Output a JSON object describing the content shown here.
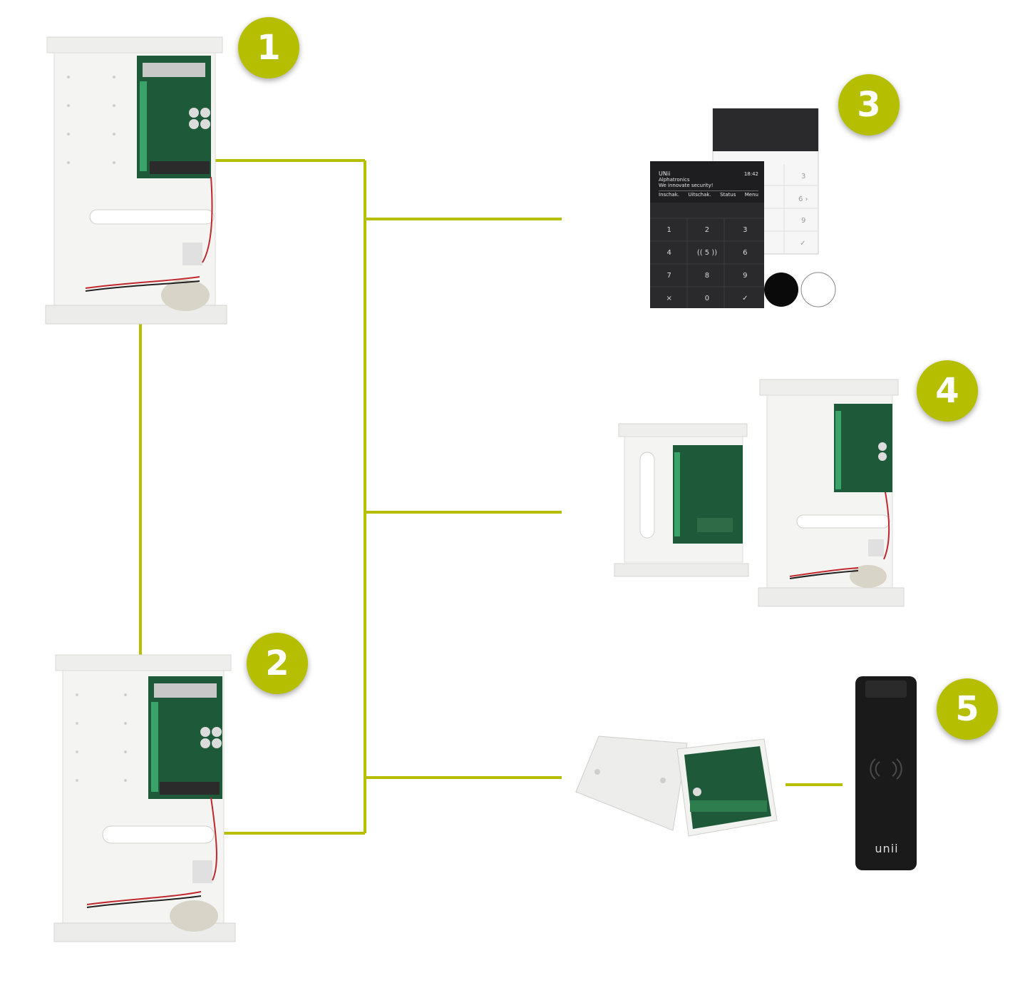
{
  "badges": {
    "b1": "1",
    "b2": "2",
    "b3": "3",
    "b4": "4",
    "b5": "5"
  },
  "keypad": {
    "brand": "UNii",
    "time": "18:42",
    "company": "Alphatronics",
    "tagline": "We innovate security!",
    "softkeys": [
      "Inschak.",
      "Uitschak.",
      "Status",
      "Menu"
    ],
    "keys": [
      "1",
      "2",
      "3",
      "4",
      "(( 5 ))",
      "6",
      "7",
      "8",
      "9",
      "×",
      "0",
      "✓"
    ]
  },
  "reader": {
    "logo": "unii"
  },
  "colors": {
    "accent": "#b5bf00",
    "pcb": "#1e5a3a",
    "enclosure": "#f2f2f0",
    "keypad_dark": "#2a2a2c",
    "reader": "#1a1a1a"
  },
  "icons": {
    "swatch_black": "color-swatch-black",
    "swatch_white": "color-swatch-white",
    "rfid": "rfid-icon"
  }
}
